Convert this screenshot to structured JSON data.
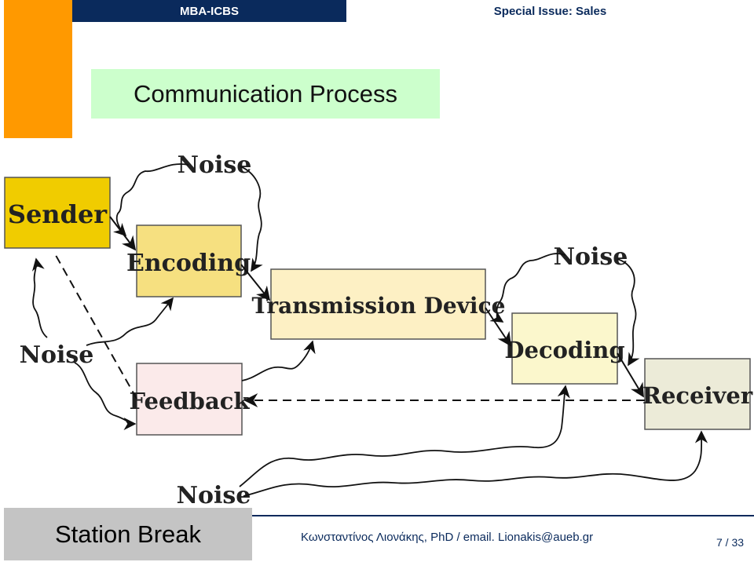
{
  "header": {
    "left_title": "MBA-ICBS",
    "right_title": "Special Issue: Sales"
  },
  "slide": {
    "title": "Communication Process"
  },
  "diagram": {
    "boxes": {
      "sender": "Sender",
      "encoding": "Encoding",
      "transmission": "Transmission Device",
      "decoding": "Decoding",
      "receiver": "Receiver",
      "feedback": "Feedback"
    },
    "noise_labels": [
      "Noise",
      "Noise",
      "Noise",
      "Noise"
    ],
    "colors": {
      "sender": "#f0cc00",
      "encoding": "#f6e080",
      "transmission": "#fdf0c4",
      "decoding": "#fbf7cc",
      "receiver": "#ecebd8",
      "feedback": "#fbeaea"
    }
  },
  "footer": {
    "section": "Station Break",
    "author": "Κωνσταντίνος Λιονάκης, PhD / email. Lionakis@aueb.gr",
    "page": "7 / 33"
  }
}
